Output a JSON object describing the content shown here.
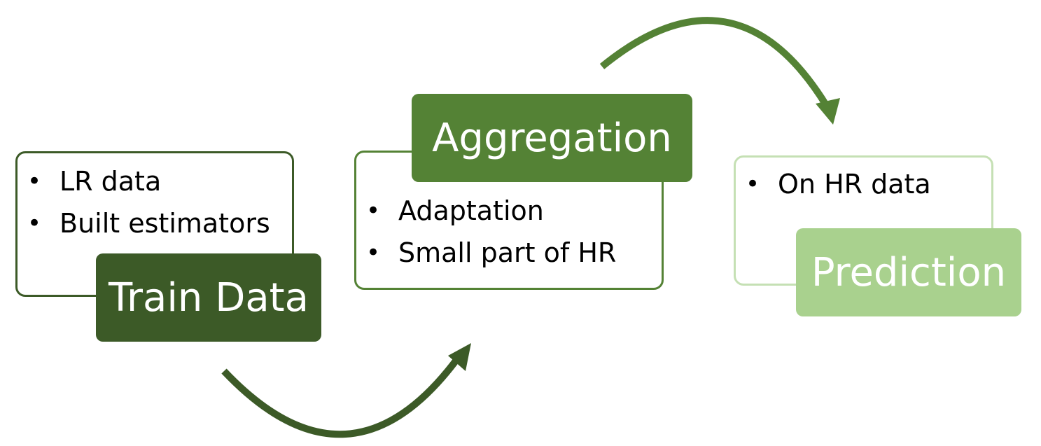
{
  "steps": [
    {
      "title": "Train Data",
      "bullets": [
        "LR data",
        "Built estimators"
      ],
      "color": "#3c5a27"
    },
    {
      "title": "Aggregation",
      "bullets": [
        "Adaptation",
        "Small part of HR"
      ],
      "color": "#548235"
    },
    {
      "title": "Prediction",
      "bullets": [
        "On HR data"
      ],
      "color": "#a9d18e"
    }
  ],
  "arrow_colors": [
    "#3c5a27",
    "#548235"
  ]
}
